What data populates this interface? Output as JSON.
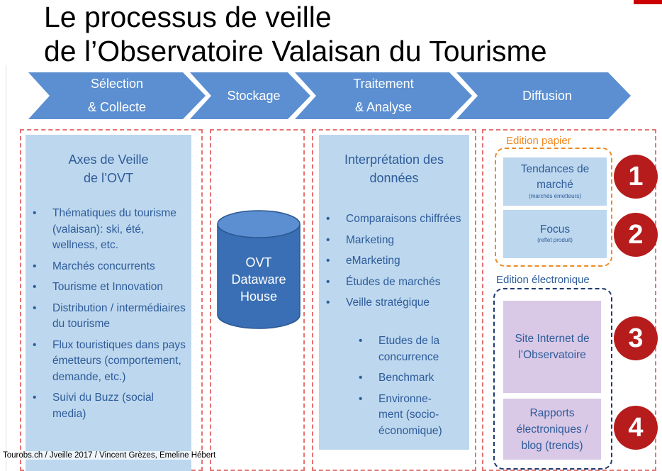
{
  "title": {
    "line1": "Le processus de veille",
    "line2": "de l’Observatoire Valaisan du Tourisme"
  },
  "stages": [
    {
      "line1": "Sélection",
      "line2": "& Collecte"
    },
    {
      "line1": "Stockage"
    },
    {
      "line1": "Traitement",
      "line2": "& Analyse"
    },
    {
      "line1": "Diffusion"
    }
  ],
  "selection": {
    "title_line1": "Axes de Veille",
    "title_line2": "de l’OVT",
    "items": [
      "Thématiques du tourisme (valaisan): ski, été, wellness, etc.",
      "Marchés concurrents",
      "Tourisme et Innovation",
      "Distribution / intermédiaires du tourisme",
      "Flux touristiques dans pays émetteurs (comportement, demande, etc.)",
      "Suivi du Buzz (social media)"
    ]
  },
  "storage": {
    "line1": "OVT",
    "line2": "Dataware",
    "line3": "House"
  },
  "analysis": {
    "title_line1": "Interprétation des",
    "title_line2": "données",
    "items": [
      "Comparaisons chiffrées",
      "Marketing",
      "eMarketing",
      "Études de marchés",
      "Veille stratégique"
    ],
    "subitems": [
      "Etudes de la concurrence",
      "Benchmark",
      "Environne-ment (socio-économique)"
    ]
  },
  "diffusion": {
    "paper_label": "Edition papier",
    "electronic_label": "Edition électronique",
    "box1_main": "Tendances de marché",
    "box1_small": "(marchés émetteurs)",
    "box2_main": "Focus",
    "box2_small": "(reflet produit)",
    "box3": "Site Internet de l’Observatoire",
    "box4": "Rapports électroniques / blog (trends)",
    "numbers": [
      "1",
      "2",
      "3",
      "4"
    ]
  },
  "footer": "Tourobs.ch / Jveille 2017 / Vincent Grèzes, Emeline Hébert",
  "colors": {
    "arrow": "#5b8fd1",
    "panel": "#bdd7ee",
    "panel_text": "#2e5c9a",
    "cylinder": "#3a6fb5",
    "dash_red": "#e57373",
    "dash_orange": "#f08a24",
    "dash_navy": "#1f3a6e",
    "number_badge": "#b71c1c",
    "electronic_box": "#d9c8e6"
  }
}
